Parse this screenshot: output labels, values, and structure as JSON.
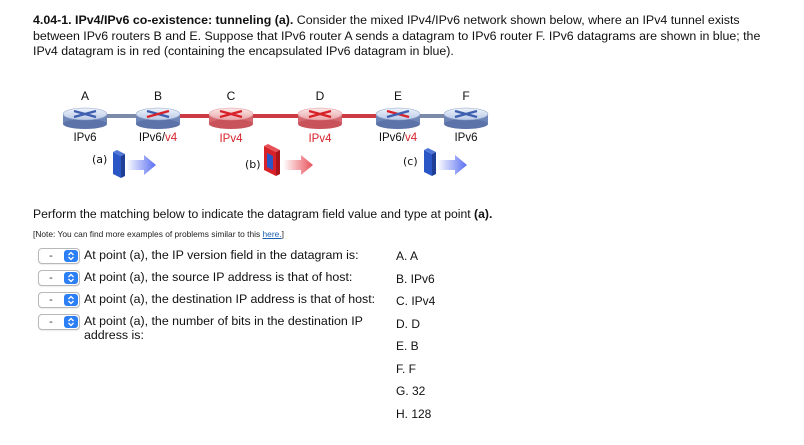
{
  "question": {
    "number": "4.04-1.",
    "title": "IPv4/IPv6 co-existence: tunneling (a).",
    "body": " Consider the mixed IPv4/IPv6 network shown below, where an IPv4 tunnel exists between IPv6 routers B and E. Suppose that IPv6 router A sends a datagram to IPv6 router F.  IPv6 datagrams are shown in blue; the IPv4 datagram is in red (containing the encapsulated IPv6 datagram in blue)."
  },
  "network": {
    "routers": [
      {
        "letter": "A",
        "type": "IPv6",
        "type_suffix": ""
      },
      {
        "letter": "B",
        "type": "IPv6/",
        "type_suffix": "v4"
      },
      {
        "letter": "C",
        "type": "IPv4",
        "type_suffix": ""
      },
      {
        "letter": "D",
        "type": "IPv4",
        "type_suffix": ""
      },
      {
        "letter": "E",
        "type": "IPv6/",
        "type_suffix": "v4"
      },
      {
        "letter": "F",
        "type": "IPv6",
        "type_suffix": ""
      }
    ],
    "points": [
      "(a)",
      "(b)",
      "(c)"
    ],
    "colors": {
      "ipv6": "#2b57c6",
      "ipv4": "#d8222a",
      "v4_label": "#d8222a",
      "arrow_v6": "#5a6ff0",
      "arrow_v4": "#e8505a"
    }
  },
  "instructions": {
    "perform": "Perform the matching below to indicate the datagram field value and type at point ",
    "perform_point": "(a).",
    "note_prefix": "[Note: You can find more examples of problems similar to this ",
    "note_link": "here.",
    "note_suffix": "]"
  },
  "matches": [
    {
      "selected": "-",
      "text": "At point (a), the IP version field in the datagram is:"
    },
    {
      "selected": "-",
      "text": "At point (a), the source IP address is that of host:"
    },
    {
      "selected": "-",
      "text": "At point (a), the destination IP address is that of host:"
    },
    {
      "selected": "-",
      "text": "At point (a), the number of bits in the destination IP address is:"
    }
  ],
  "answers": [
    "A. A",
    "B. IPv6",
    "C. IPv4",
    "D. D",
    "E. B",
    "F. F",
    "G. 32",
    "H. 128"
  ]
}
